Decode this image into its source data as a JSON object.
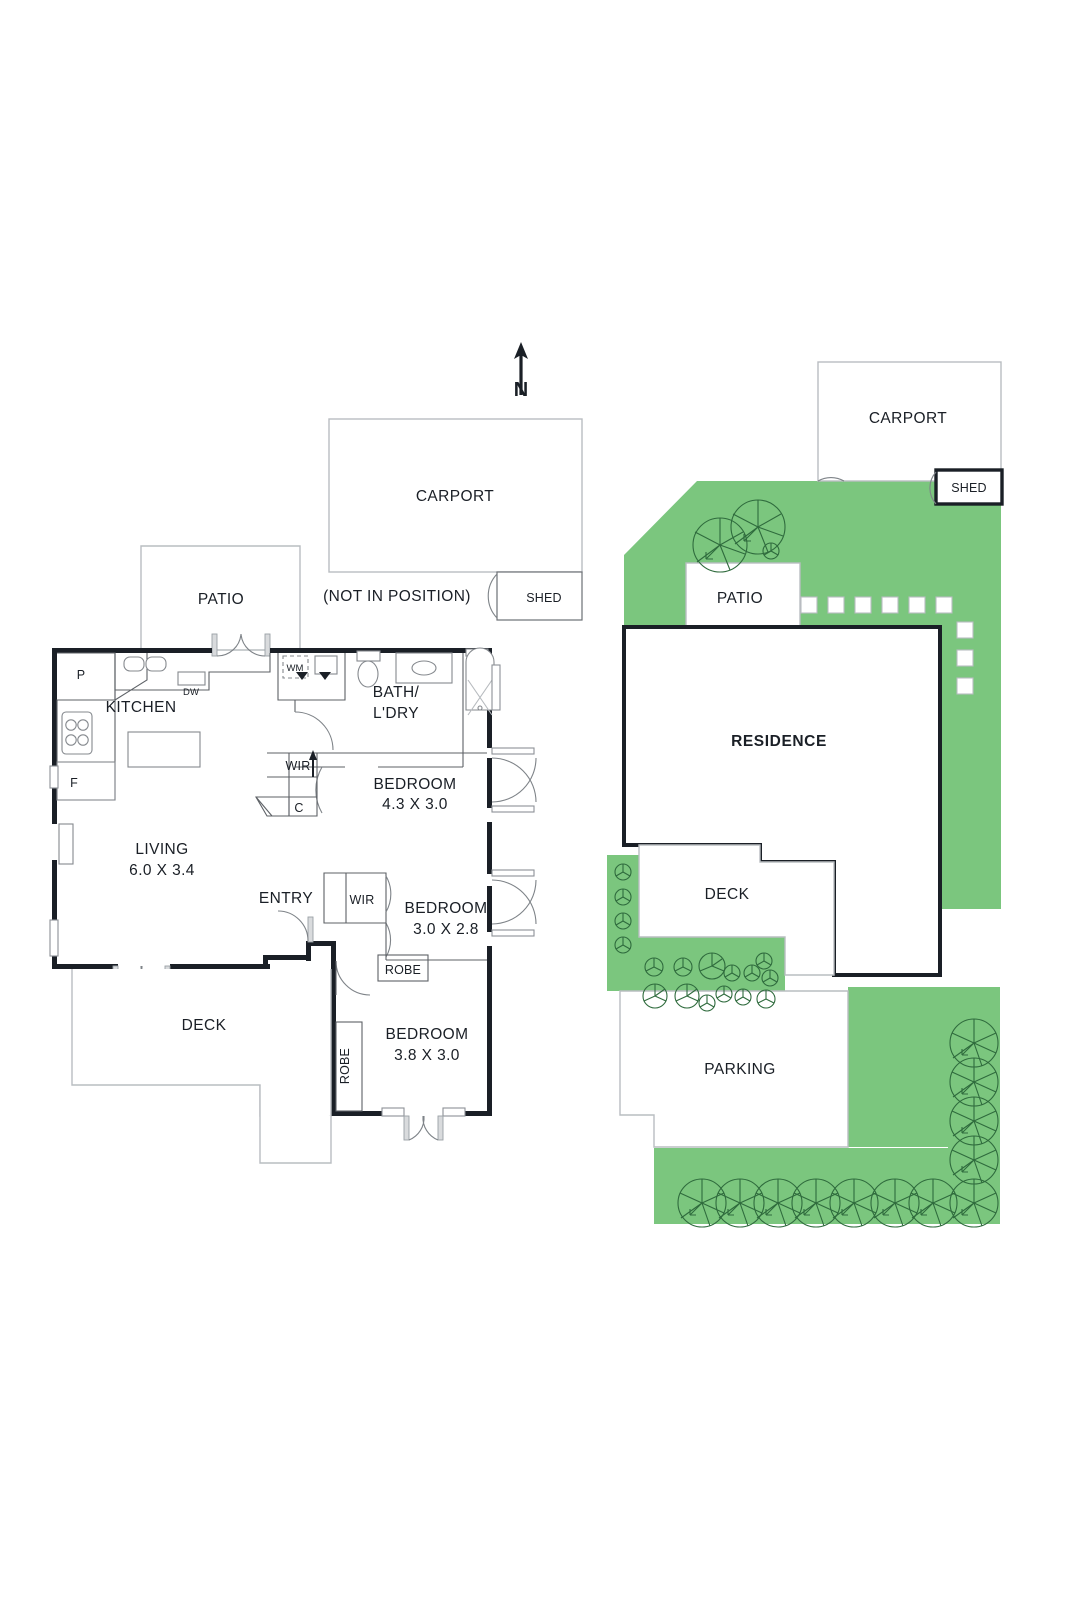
{
  "document": {
    "type": "floor-plan",
    "panels": [
      "floor-plan",
      "site-plan"
    ]
  },
  "compass": {
    "label": "N",
    "icon": "north-arrow-icon"
  },
  "floor_plan": {
    "carport": {
      "label": "CARPORT",
      "note": "(NOT IN POSITION)"
    },
    "shed": {
      "label": "SHED"
    },
    "patio": {
      "label": "PATIO"
    },
    "kitchen": {
      "label": "KITCHEN",
      "pantry": "P",
      "fridge": "F",
      "dishwasher": "DW"
    },
    "bath_laundry": {
      "line1": "BATH/",
      "line2": "L'DRY",
      "washing_machine": "WM"
    },
    "living": {
      "label": "LIVING",
      "dimensions": "6.0 X 3.4"
    },
    "entry": {
      "label": "ENTRY"
    },
    "deck": {
      "label": "DECK"
    },
    "storage": {
      "wir_main": "WIR",
      "wir_second": "WIR",
      "cupboard": "C",
      "robe_bed2": "ROBE",
      "robe_bed3": "ROBE"
    },
    "bedrooms": [
      {
        "label": "BEDROOM",
        "dimensions": "4.3 X 3.0"
      },
      {
        "label": "BEDROOM",
        "dimensions": "3.0 X 2.8"
      },
      {
        "label": "BEDROOM",
        "dimensions": "3.8 X 3.0"
      }
    ]
  },
  "site_plan": {
    "carport": {
      "label": "CARPORT"
    },
    "shed": {
      "label": "SHED"
    },
    "patio": {
      "label": "PATIO"
    },
    "residence": {
      "label": "RESIDENCE"
    },
    "deck": {
      "label": "DECK"
    },
    "parking": {
      "label": "PARKING"
    }
  },
  "colors": {
    "lawn_green": "#7bc67e",
    "wall_dark": "#1a1f26",
    "wall_light": "#b9bdc1",
    "tree_stroke": "#2f6b3d",
    "paper": "#ffffff"
  }
}
